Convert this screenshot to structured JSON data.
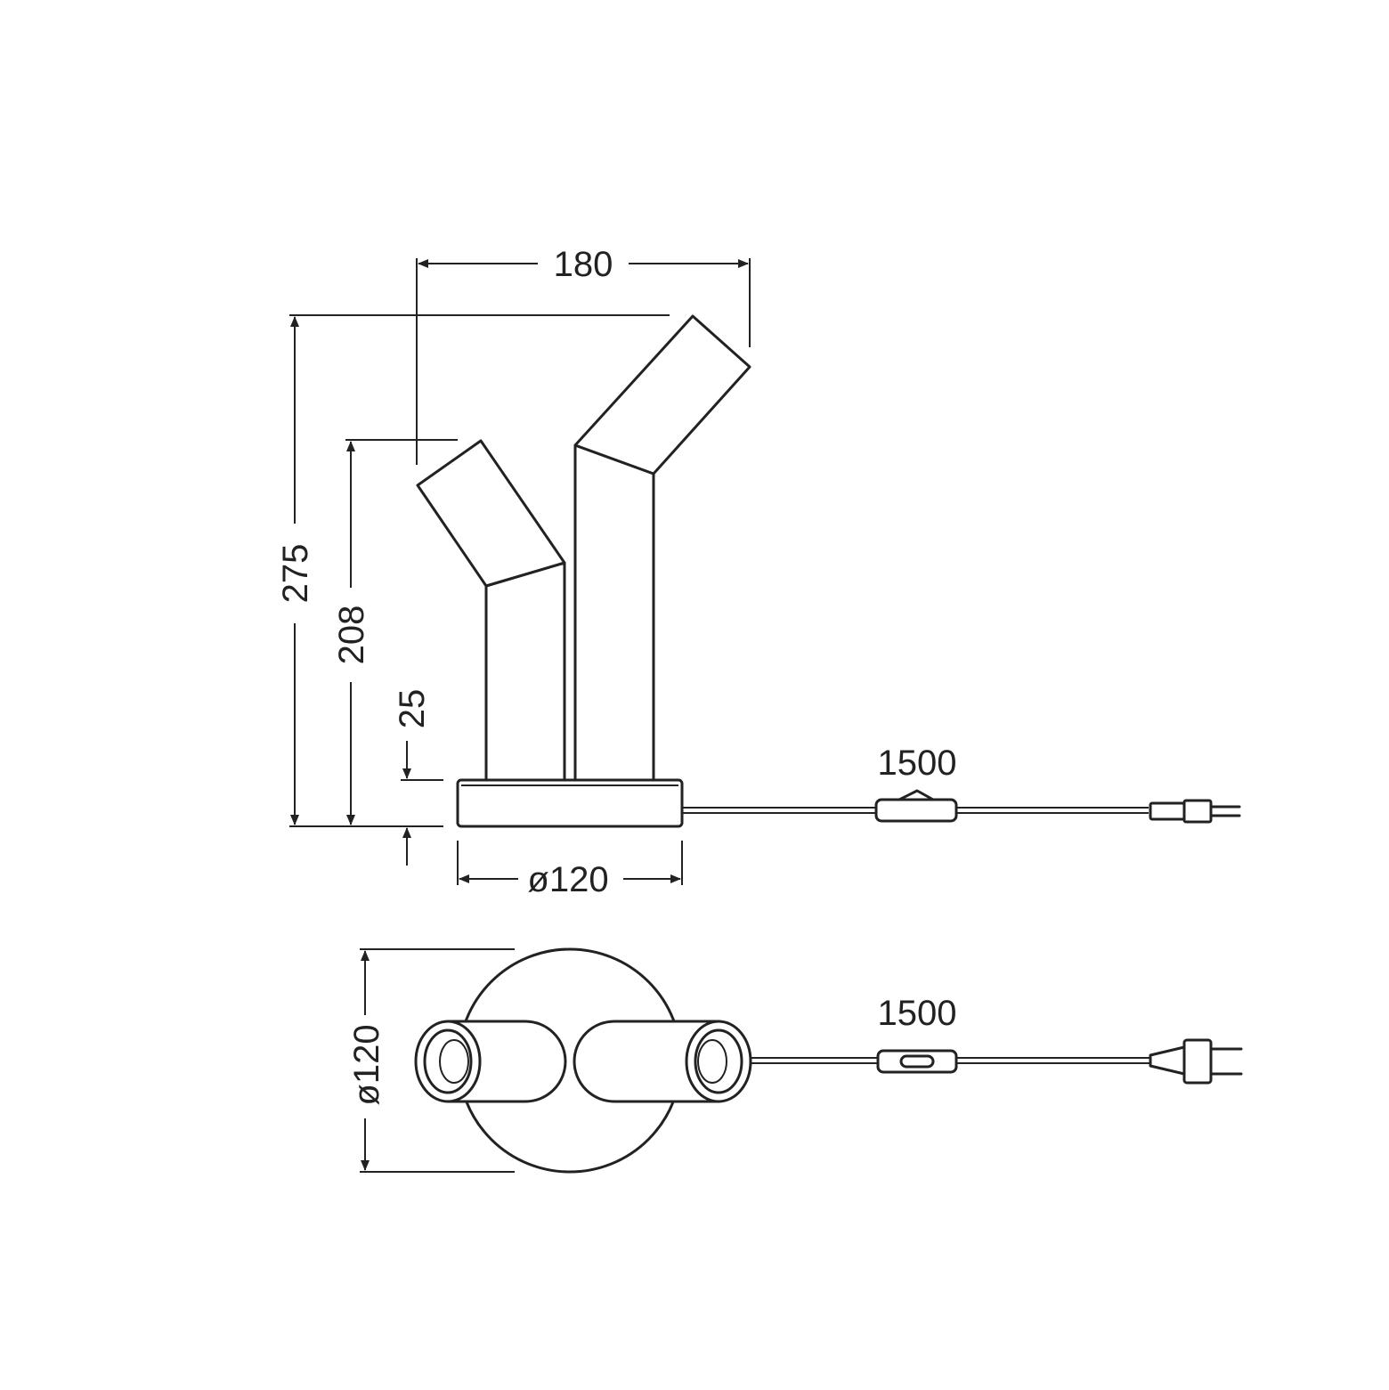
{
  "dimensions": {
    "side_width": "180",
    "side_total_height": "275",
    "side_short_height": "208",
    "base_height": "25",
    "base_diameter": "ø120",
    "side_cable_length": "1500",
    "top_diameter": "ø120",
    "top_cable_length": "1500"
  },
  "colors": {
    "line": "#222222",
    "background": "#ffffff"
  }
}
